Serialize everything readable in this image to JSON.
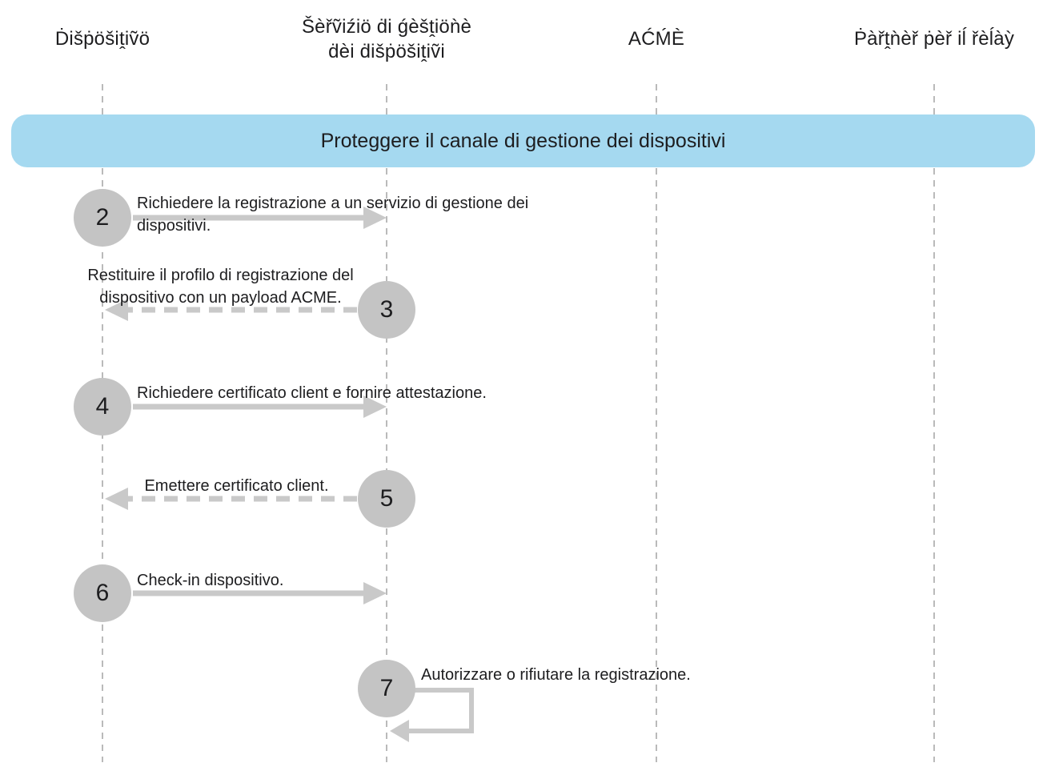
{
  "colors": {
    "banner_bg": "#A5D9F0",
    "circle_fill": "#C4C4C4",
    "arrow": "#C9C9C9",
    "lifeline": "#A9A9A9",
    "text": "#1D1D1F"
  },
  "banner": {
    "label": "Proteggere il canale di gestione dei dispositivi"
  },
  "actors": [
    {
      "id": "device",
      "lines": [
        "Ḋišṗöšiṱiṽö"
      ]
    },
    {
      "id": "mdm-service",
      "lines": [
        "Šèřṽiźiö ḋi ǵèšṱiöǹè",
        "ḋèi ḋišṗöšiṱiṽi"
      ]
    },
    {
      "id": "acme",
      "lines": [
        "AĆḾÈ"
      ]
    },
    {
      "id": "relay-partner",
      "lines": [
        "Ṗàřṱǹèř ṗèř iĺ řèĺàỳ"
      ]
    }
  ],
  "steps": [
    {
      "number": "2",
      "label": "Richiedere la registrazione a un servizio di gestione dei dispositivi.",
      "from": "device",
      "to": "mdm-service",
      "arrow": "solid-right"
    },
    {
      "number": "3",
      "label": "Restituire il profilo di registrazione del dispositivo con un payload ACME.",
      "from": "mdm-service",
      "to": "device",
      "arrow": "dashed-left"
    },
    {
      "number": "4",
      "label": "Richiedere certificato client e fornire attestazione.",
      "from": "device",
      "to": "mdm-service",
      "arrow": "solid-right"
    },
    {
      "number": "5",
      "label": "Emettere certificato client.",
      "from": "mdm-service",
      "to": "device",
      "arrow": "dashed-left"
    },
    {
      "number": "6",
      "label": "Check-in dispositivo.",
      "from": "device",
      "to": "mdm-service",
      "arrow": "solid-right"
    },
    {
      "number": "7",
      "label": "Autorizzare o rifiutare la registrazione.",
      "from": "mdm-service",
      "to": "mdm-service",
      "arrow": "self-loop"
    }
  ]
}
